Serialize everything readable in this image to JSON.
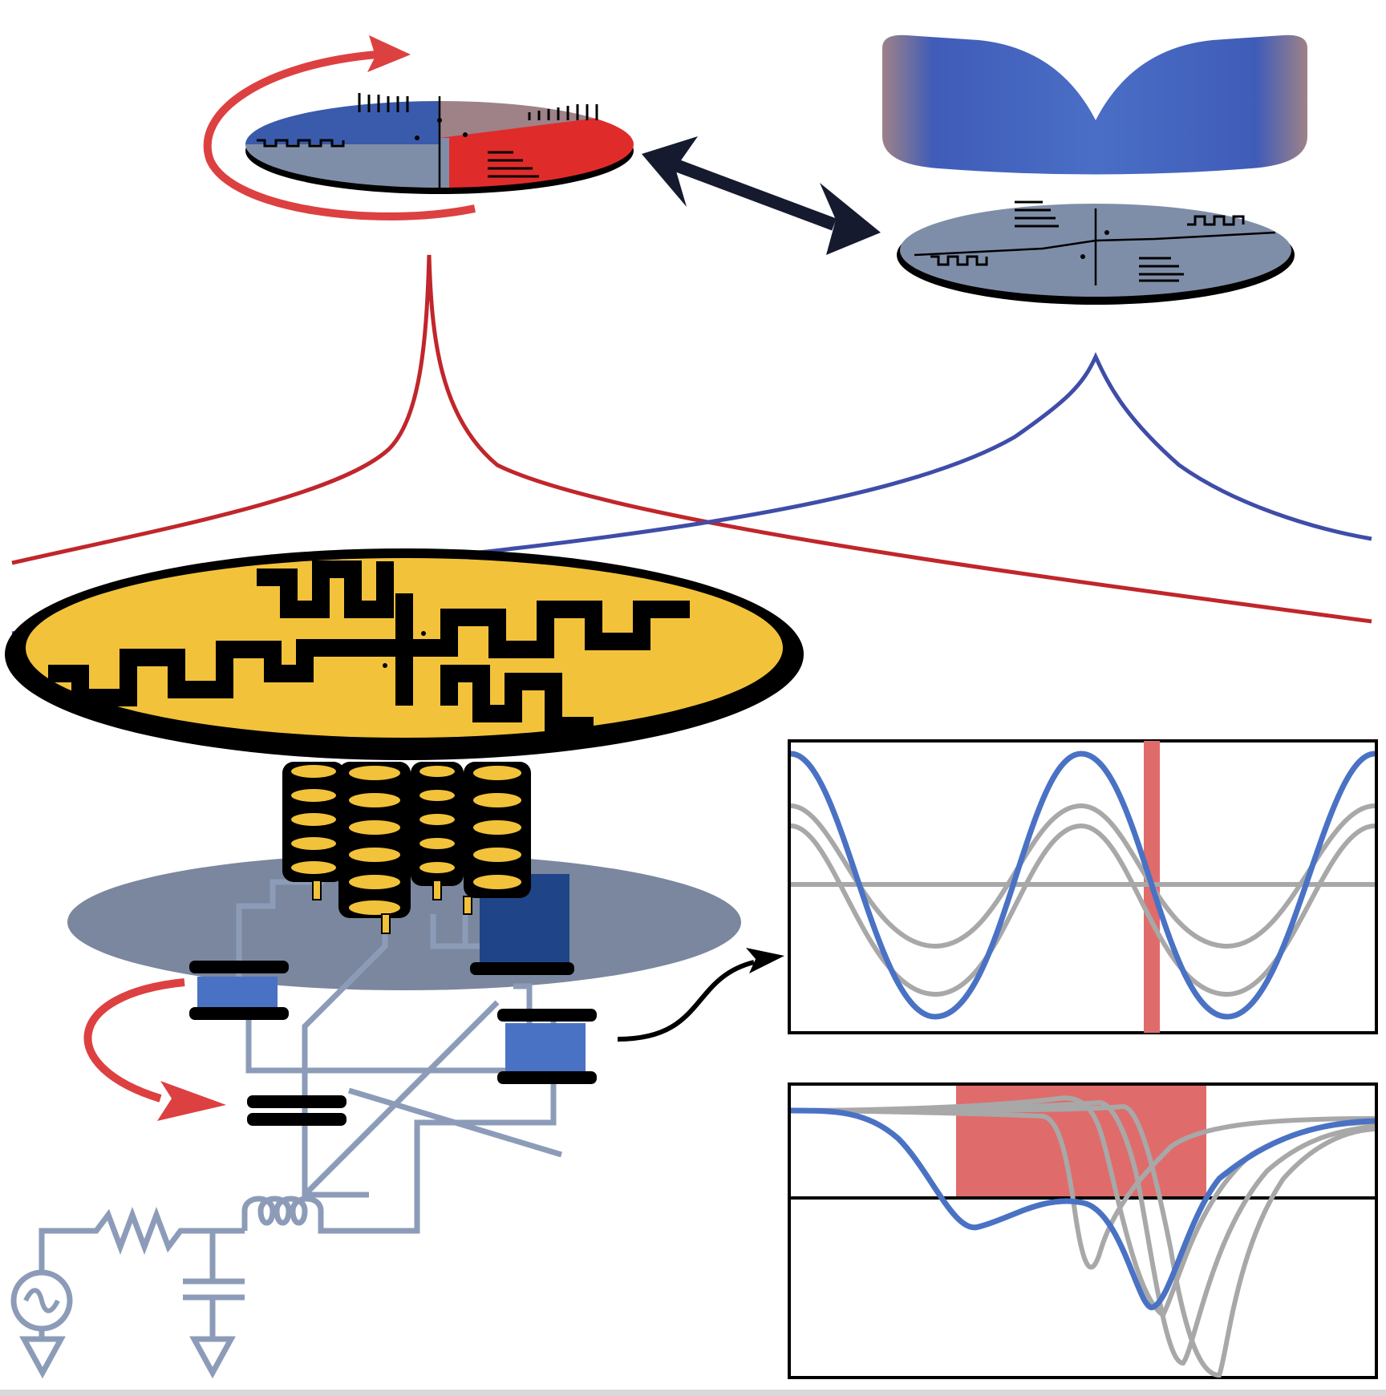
{
  "colors": {
    "red": "#c0262b",
    "red_bright": "#e8302a",
    "red_arrow": "#dd4040",
    "blue": "#3f4da8",
    "blue_bright": "#4a72c4",
    "gold": "#f2c23a",
    "slate": "#7f8ea8",
    "slate_dark": "#6b7a94",
    "wire": "#8c9cb8",
    "gray": "#a8a8a8",
    "shade": "#e06b6b",
    "black": "#000000",
    "navy_arrow": "#151a2e",
    "quad_blue": "#3a5aac",
    "quad_mauve": "#9e8288",
    "quad_red": "#e02b2b"
  },
  "components": {
    "rotation_arrow_top": "rotation-arrow",
    "disk_split": "split-mode-disk",
    "double_arrow": "bidirectional-arrow",
    "mode_shape": "mode-shape-surface",
    "disk_degenerate": "degenerate-mode-disk",
    "resonance_curves": [
      "red-resonance-peak",
      "blue-resonance-peak"
    ],
    "gold_disk": "gold-resonator-disk",
    "coils": "inductor-coils",
    "circuit": "drive-circuit",
    "source": "ac-source-icon",
    "ground": "ground-icon",
    "inset_top": "sine-response-panel",
    "inset_bottom": "transmission-dip-panel"
  }
}
